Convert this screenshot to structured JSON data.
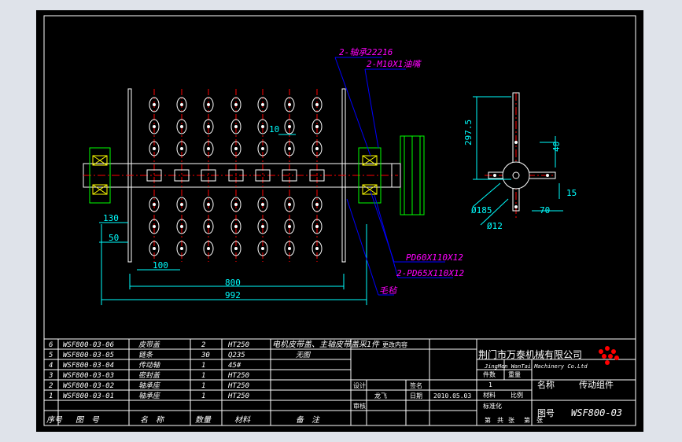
{
  "colors": {
    "background": "#000000",
    "frame": "#ffffff",
    "part": "#ffffff",
    "dimension": "#00ffff",
    "leader": "#0000ff",
    "annotation": "#ff00ff",
    "centerline": "#ff0000",
    "hatch": "#ff0000",
    "bearing": "#ffff00",
    "pulley": "#00ff00"
  },
  "callouts": {
    "bearing": "2-轴承22216",
    "grease_nipple": "2-M10X1油嘴",
    "key1": "PD60X110X12",
    "key2": "2-PD65X110X12",
    "felt_ring": "毛毡"
  },
  "dimensions": {
    "spacing": "10",
    "offset_130": "130",
    "offset_50": "50",
    "pitch_100": "100",
    "length_800": "800",
    "length_992": "992",
    "height_297": "297.5",
    "dim_40": "40",
    "dim_15": "15",
    "dim_70": "70",
    "dia_185": "Ø185",
    "dia_12": "Ø12"
  },
  "parts_table": {
    "rows": [
      {
        "no": "6",
        "code": "WSF800-03-06",
        "name": "皮带盖",
        "qty": "2",
        "material": "HT250",
        "remark": ""
      },
      {
        "no": "5",
        "code": "WSF800-03-05",
        "name": "链条",
        "qty": "30",
        "material": "Q235",
        "remark": "无图"
      },
      {
        "no": "4",
        "code": "WSF800-03-04",
        "name": "传动轴",
        "qty": "1",
        "material": "45#",
        "remark": ""
      },
      {
        "no": "3",
        "code": "WSF800-03-03",
        "name": "密封盖",
        "qty": "1",
        "material": "HT250",
        "remark": ""
      },
      {
        "no": "2",
        "code": "WSF800-03-02",
        "name": "轴承座",
        "qty": "1",
        "material": "HT250",
        "remark": ""
      },
      {
        "no": "1",
        "code": "WSF800-03-01",
        "name": "轴承座",
        "qty": "1",
        "material": "HT250",
        "remark": ""
      }
    ],
    "header": {
      "no": "序号",
      "code": "图　号",
      "name": "名　称",
      "qty": "数量",
      "material": "材料",
      "remark": "备　注"
    },
    "overflow_note": "电机皮带盖、主轴皮带盖采1件"
  },
  "title_block": {
    "company_cn": "荆门市万泰机械有限公司",
    "company_en": "JingMen WanTai Machinery Co.Ltd",
    "name_label": "名称",
    "part_name": "传动组件",
    "drawing_no_label": "图号",
    "drawing_no": "WSF800-03",
    "change_note": "更改内容",
    "qty_label": "件数",
    "weight_label": "重量",
    "material_label": "材料",
    "scale_label": "比例",
    "design_label": "设计",
    "designer": "龙飞",
    "check_label": "审核",
    "date_label": "日期",
    "date": "2010.05.03",
    "qty_value": "1",
    "sheet_label": "第　共",
    "label_tuzhi": "标准化",
    "sign_label": "签名",
    "count_label": "张",
    "page_label": "第　张"
  }
}
